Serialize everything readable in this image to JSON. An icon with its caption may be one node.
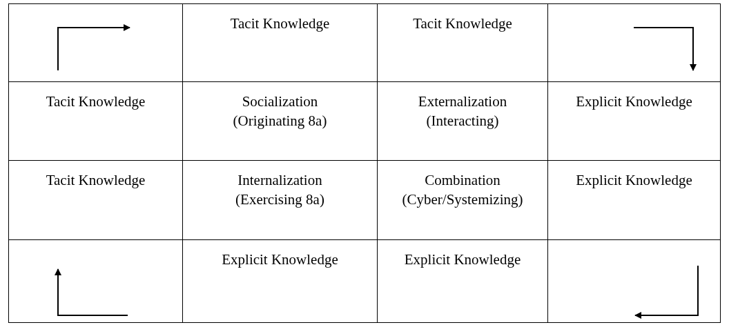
{
  "diagram": {
    "labels": [
      "Tacit Knowledge",
      "Tacit Knowledge",
      "Tacit Knowledge",
      "Socialization (Originating 8a)",
      "Externalization (Interacting)",
      "Explicit Knowledge",
      "Tacit Knowledge",
      "Internalization (Exercising 8a)",
      "Combination (Cyber/Systemizing)",
      "Explicit Knowledge",
      "Explicit Knowledge",
      "Explicit Knowledge"
    ]
  }
}
